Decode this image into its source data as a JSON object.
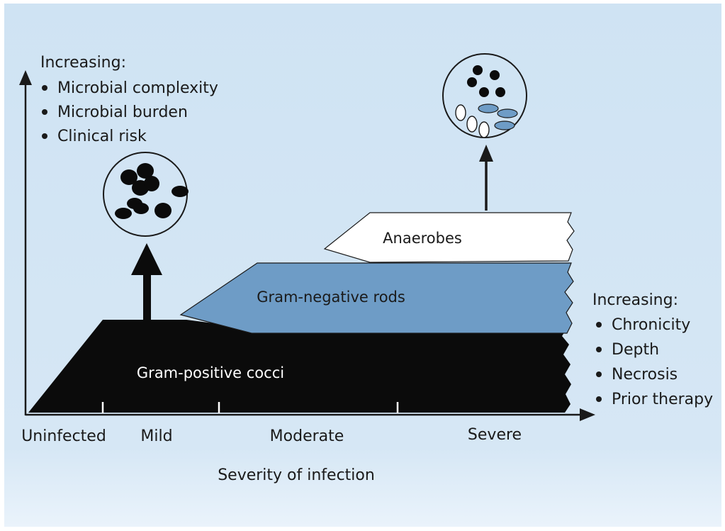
{
  "y_axis_note": {
    "heading": "Increasing:",
    "items": [
      "Microbial complexity",
      "Microbial burden",
      "Clinical risk"
    ]
  },
  "right_note": {
    "heading": "Increasing:",
    "items": [
      "Chronicity",
      "Depth",
      "Necrosis",
      "Prior therapy"
    ]
  },
  "bands": {
    "anaerobes": "Anaerobes",
    "gram_negative": "Gram-negative rods",
    "gram_positive": "Gram-positive cocci"
  },
  "x_axis": {
    "labels": [
      "Uninfected",
      "Mild",
      "Moderate",
      "Severe"
    ],
    "title": "Severity of infection"
  },
  "colors": {
    "background": "#cfe3f3",
    "gram_positive": "#0b0b0b",
    "gram_negative": "#6e9cc6",
    "anaerobes": "#ffffff",
    "axis": "#1a1a1a"
  }
}
